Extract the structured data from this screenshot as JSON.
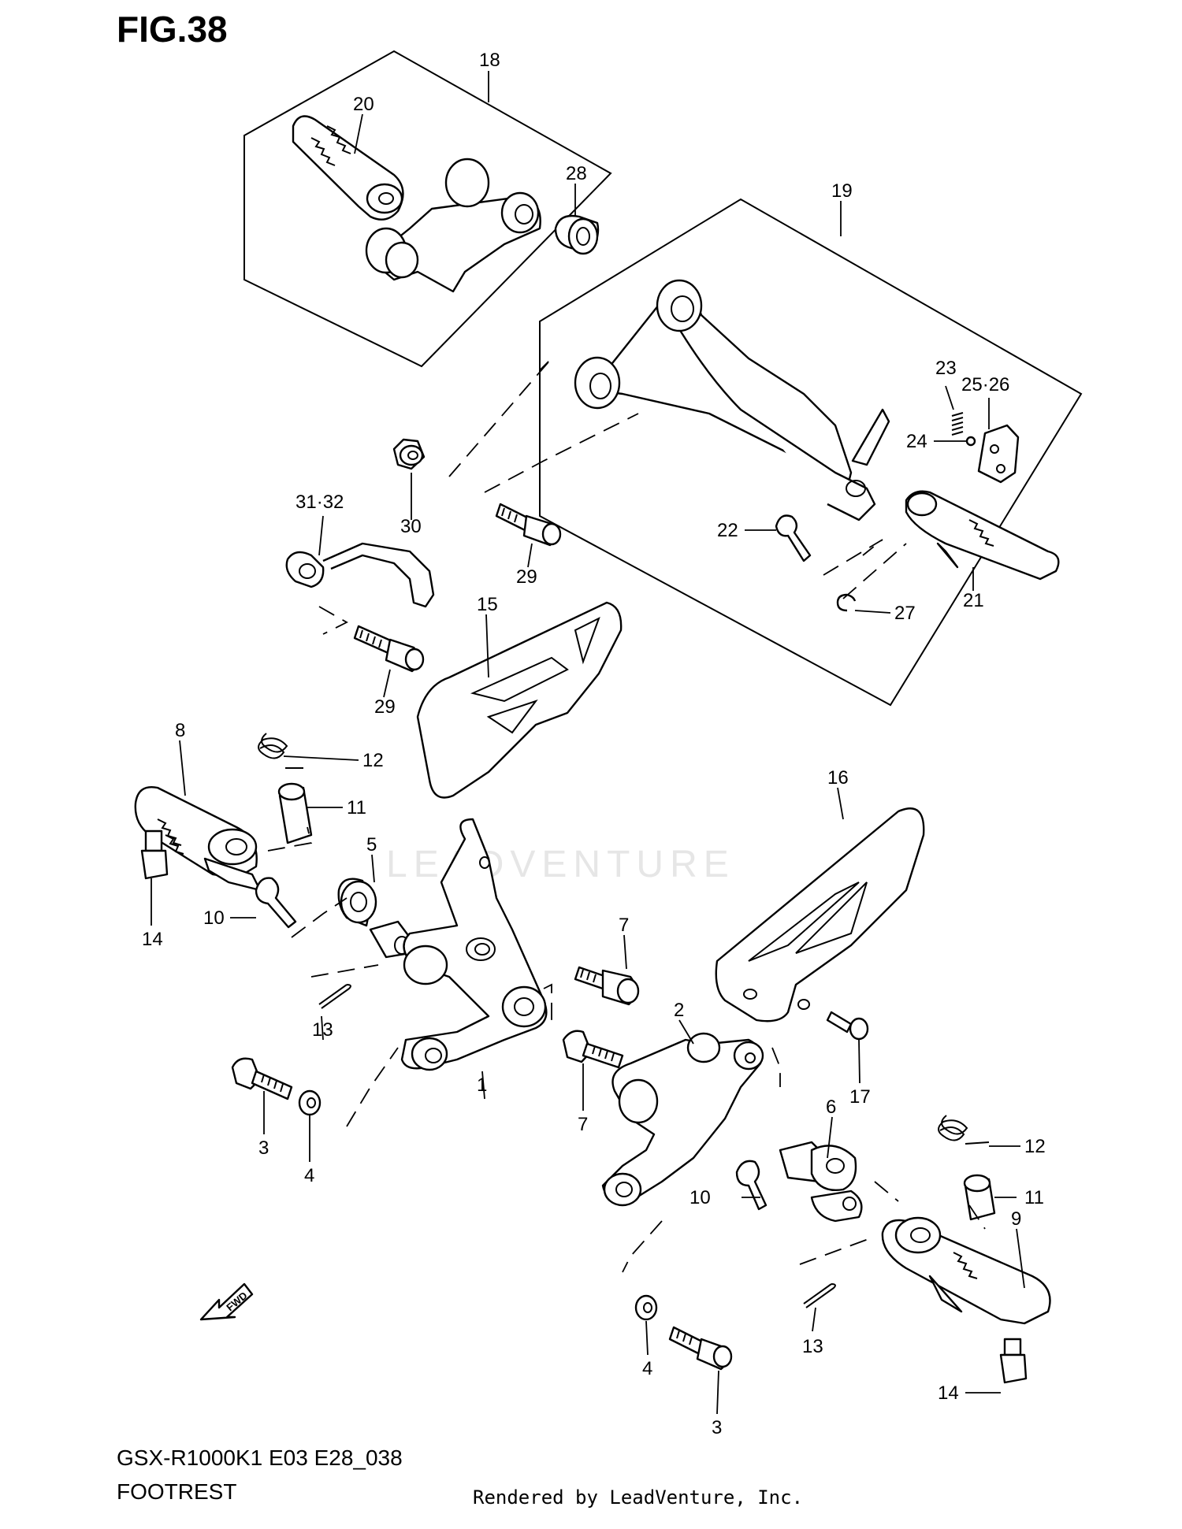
{
  "figure": {
    "title": "FIG.38",
    "model_code": "GSX-R1000K1 E03 E28_038",
    "section_name": "FOOTREST",
    "credit": "Rendered by LeadVenture, Inc.",
    "watermark": "LEADVENTURE"
  },
  "callouts": {
    "c1": "1",
    "c2": "2",
    "c3a": "3",
    "c3b": "3",
    "c4a": "4",
    "c4b": "4",
    "c5": "5",
    "c6": "6",
    "c7a": "7",
    "c7b": "7",
    "c8": "8",
    "c9": "9",
    "c10a": "10",
    "c10b": "10",
    "c11a": "11",
    "c11b": "11",
    "c12a": "12",
    "c12b": "12",
    "c13a": "13",
    "c13b": "13",
    "c14a": "14",
    "c14b": "14",
    "c15": "15",
    "c16": "16",
    "c17": "17",
    "c18": "18",
    "c19": "19",
    "c20": "20",
    "c21": "21",
    "c22": "22",
    "c23": "23",
    "c24": "24",
    "c25_26": "25·26",
    "c27": "27",
    "c28": "28",
    "c29a": "29",
    "c29b": "29",
    "c30": "30",
    "c31_32": "31·32"
  },
  "direction_marker": {
    "label": "FWD",
    "icon": "forward-arrow-icon"
  }
}
